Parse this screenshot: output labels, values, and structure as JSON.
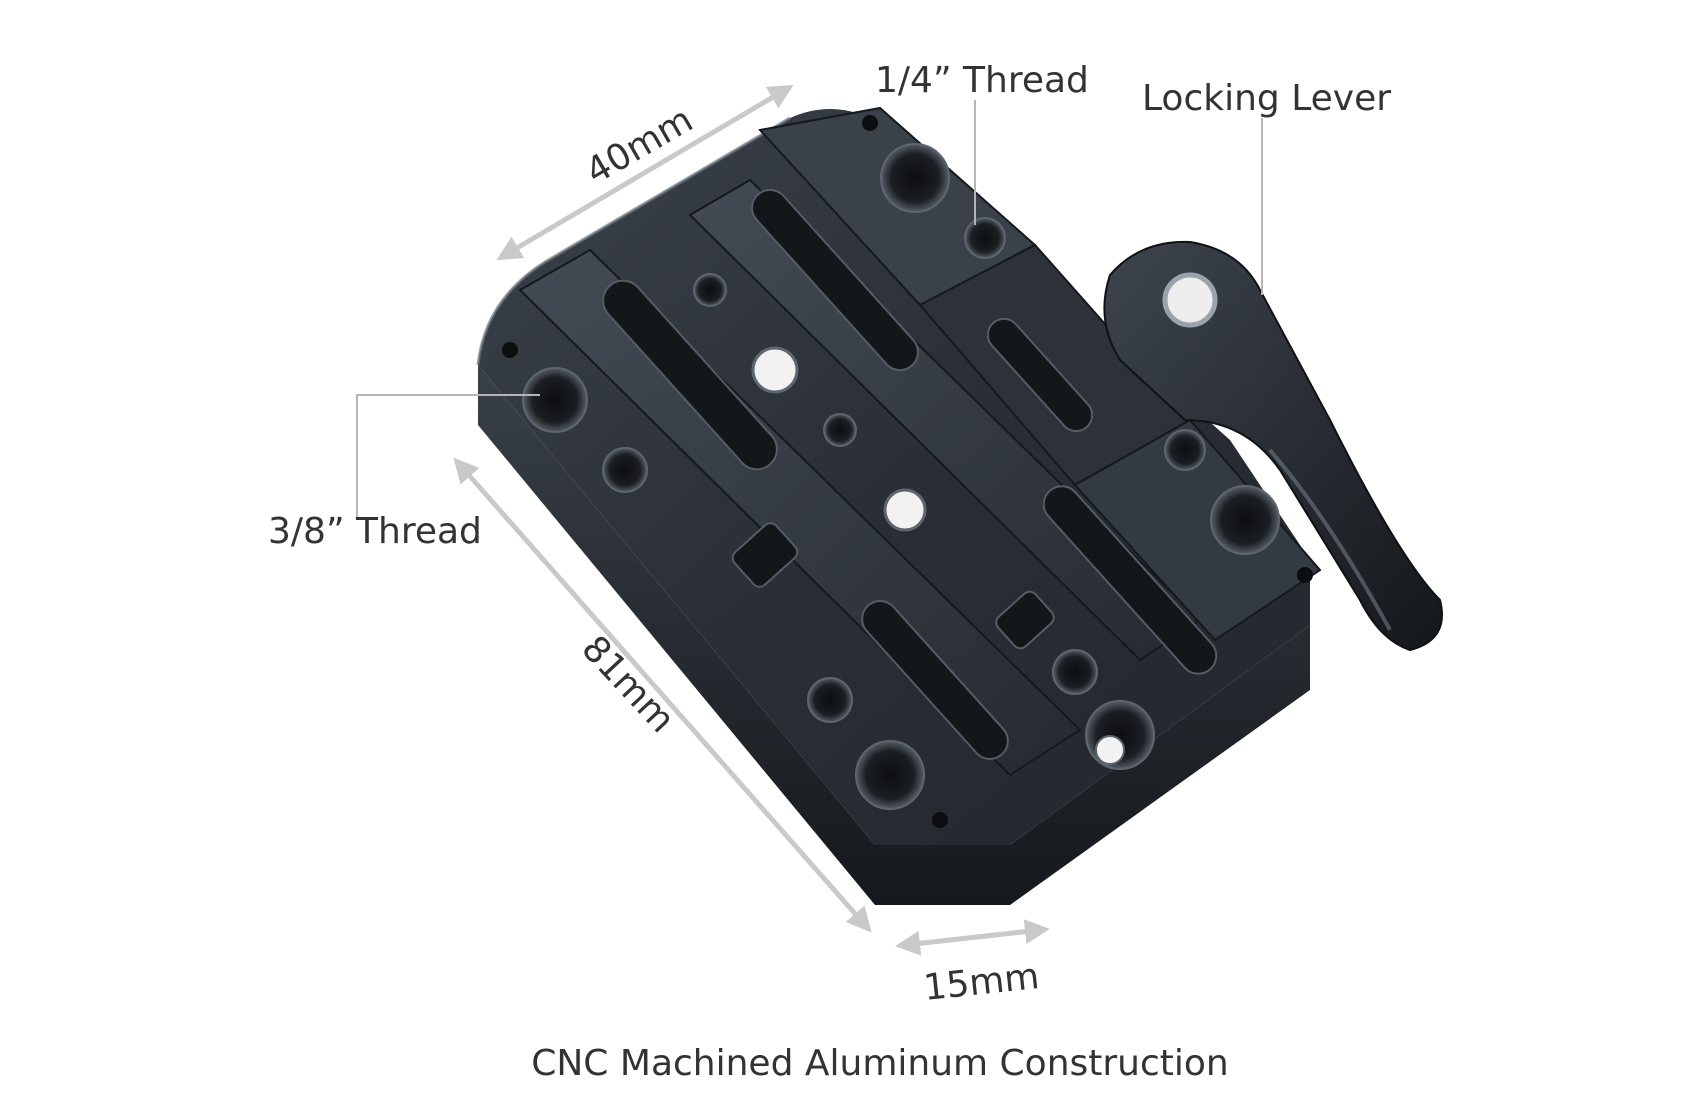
{
  "labels": {
    "dim_width": "40mm",
    "dim_length": "81mm",
    "dim_height": "15mm",
    "thread_quarter": "1/4” Thread",
    "thread_three_eighths": "3/8” Thread",
    "locking_lever": "Locking Lever"
  },
  "caption": "CNC Machined Aluminum Construction",
  "colors": {
    "text": "#333333",
    "arrow": "#c9c9c9",
    "leader": "#b5b5b5",
    "metal_dark": "#1e2126",
    "metal_mid": "#2f343b",
    "metal_light": "#4a515a",
    "highlight": "#8a929c",
    "background": "#ffffff"
  }
}
